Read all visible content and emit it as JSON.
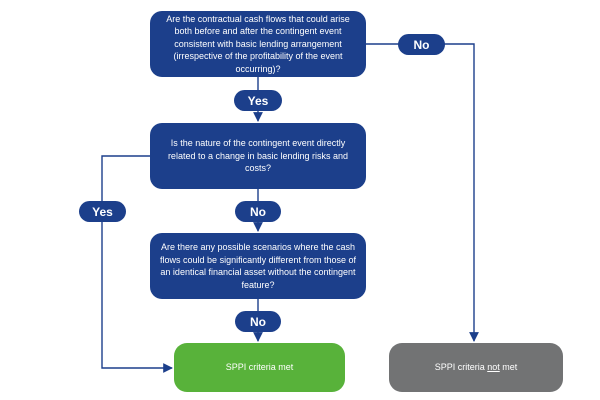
{
  "questions": {
    "q1": "Are the contractual cash flows that could arise both before and after the contingent event consistent with basic lending arrangement (irrespective of the profitability of the event occurring)?",
    "q2": "Is the nature of the contingent event directly related to a change in basic lending risks and costs?",
    "q3": "Are there any possible scenarios where the cash flows could be significantly different from those of an identical financial asset without the contingent feature?"
  },
  "answers": {
    "q1_yes": "Yes",
    "q1_no": "No",
    "q2_yes": "Yes",
    "q2_no": "No",
    "q3_no": "No"
  },
  "outcomes": {
    "met": "SPPI criteria met",
    "not_met": {
      "before": "SPPI criteria ",
      "emphasis": "not",
      "after": " met"
    }
  },
  "colors": {
    "question_box": "#1c3f8b",
    "connector": "#1c3f8b",
    "met_box": "#58b23a",
    "not_met_box": "#727374",
    "text": "#ffffff"
  }
}
